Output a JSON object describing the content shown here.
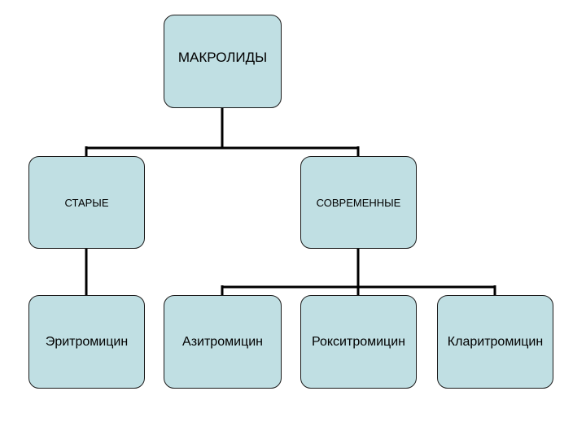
{
  "diagram": {
    "root": {
      "label": "МАКРОЛИДЫ"
    },
    "groups": [
      {
        "label": "СТАРЫЕ"
      },
      {
        "label": "СОВРЕМЕННЫЕ"
      }
    ],
    "leaves": [
      {
        "label": "Эритромицин"
      },
      {
        "label": "Азитромицин"
      },
      {
        "label": "Рокситромицин"
      },
      {
        "label": "Кларитромицин"
      }
    ]
  },
  "colors": {
    "box_fill": "#c0dfe3",
    "box_border": "#1a1a1a",
    "connector": "#000000"
  }
}
